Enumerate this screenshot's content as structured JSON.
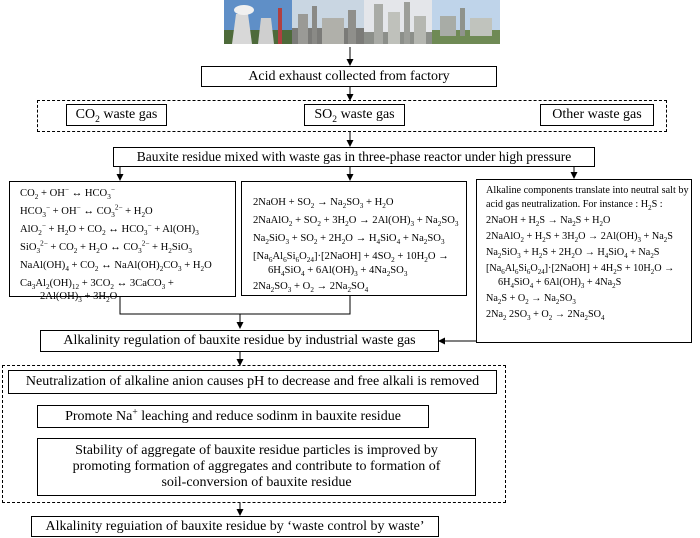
{
  "photos": [
    {
      "name": "power-plant-photo"
    },
    {
      "name": "refinery-photo"
    },
    {
      "name": "industrial-towers-photo"
    },
    {
      "name": "factory-plant-photo"
    }
  ],
  "boxes": {
    "acid_exhaust": "Acid exhaust collected from factory",
    "co2_gas": "CO2 waste gas",
    "so2_gas": "SO2 waste gas",
    "other_gas": "Other waste gas",
    "reactor": "Bauxite residue mixed with waste gas in three-phase reactor under high pressure",
    "alkalinity_regulation": "Alkalinity regulation of bauxite residue by industrial waste gas",
    "neutralization": "Neutralization of alkaline anion causes pH to decrease and free alkali is removed",
    "na_leaching": "Promote Na+ leaching and reduce sodinm in bauxite residue",
    "stability": "Stability of aggregate of bauxite residue particles is improved by promoting formation of aggregates and contribute to formation of soil-conversion of bauxite residue",
    "final": "Alkalinity reguiation of bauxite residue by ‘waste control by waste’"
  },
  "co2_equations": [
    "CO2 + OH⁻ ↔ HCO3⁻",
    "HCO3⁻ + OH⁻ ↔ CO3²⁻ + H2O",
    "AlO2⁻ + H2O + CO2 ↔ HCO3⁻ + Al(OH)3",
    "SiO3²⁻ + CO2 + H2O ↔ CO3²⁻ + H2SiO3",
    "NaAl(OH)4 + CO2 ↔ NaAl(OH)2CO3 + H2O",
    "Ca3Al2(OH)12 + 3CO2 ↔ 3CaCO3 + 2Al(OH)3 + 3H2O"
  ],
  "so2_equations": [
    "2NaOH + SO2 → Na2SO3 + H2O",
    "2NaAlO2 + SO2 + 3H2O → 2Al(OH)3 + Na2SO3",
    "Na2SiO3 + SO2 + 2H2O → H4SiO4 + Na2SO3",
    "[Na6Al6Si6O24]·[2NaOH] + 4SO2 + 10H2O → 6H4SiO4 + 6Al(OH)3 + 4Na2SO3",
    "2Na2SO3 + O2 → 2Na2SO4"
  ],
  "other_intro": "Alkaline components translate into neutral salt by acid gas neutralization. For instance: H2S:",
  "other_equations": [
    "2NaOH + H2S → Na2S + H2O",
    "2NaAlO2 + H2S + 3H2O → 2Al(OH)3 + Na2S",
    "Na2SiO3 + H2S + 2H2O → H4SiO4 + Na2S",
    "[Na6Al6Si6O24]·[2NaOH] + 4H2S + 10H2O → 6H4SiO4 + 6Al(OH)3 + 4Na2S",
    "Na2S + O2 → Na2SO3",
    "2Na2 2SO3 + O2 → 2Na2SO4"
  ]
}
